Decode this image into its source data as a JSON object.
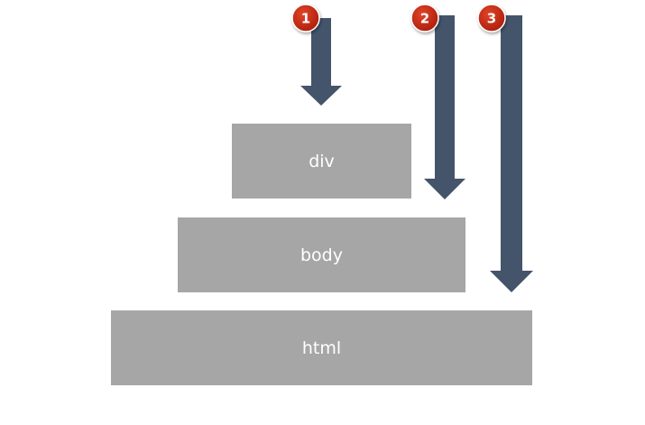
{
  "layers": [
    {
      "label": "div"
    },
    {
      "label": "body"
    },
    {
      "label": "html"
    }
  ],
  "steps": [
    {
      "number": "1"
    },
    {
      "number": "2"
    },
    {
      "number": "3"
    }
  ],
  "colors": {
    "layer_fill": "#a6a6a6",
    "layer_text": "#ffffff",
    "arrow_fill": "#44546a",
    "badge_fill": "#c1260f",
    "badge_text": "#ffffff"
  }
}
